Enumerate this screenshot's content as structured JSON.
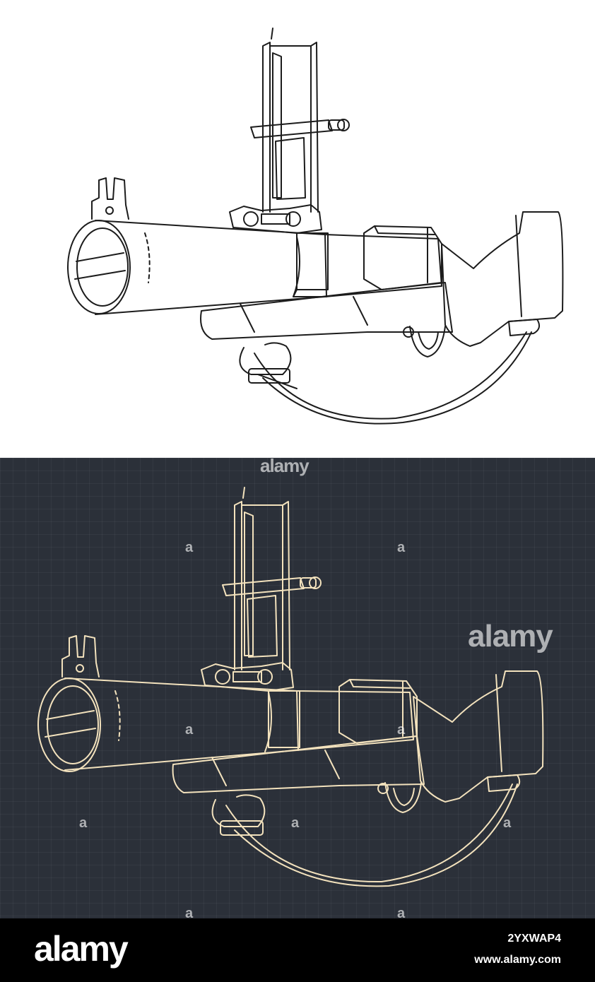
{
  "watermarks": {
    "main": "alamy",
    "small": "a"
  },
  "footer": {
    "logo": "alamy",
    "image_id": "2YXWAP4",
    "site": "www.alamy.com"
  },
  "colors": {
    "top_background": "#ffffff",
    "top_stroke": "#1c1c1c",
    "blueprint_background": "#2b3039",
    "blueprint_stroke": "#f3e2bd",
    "footer_background": "#000000"
  },
  "icons": [
    "launcher-line-drawing",
    "launcher-blueprint-drawing"
  ]
}
